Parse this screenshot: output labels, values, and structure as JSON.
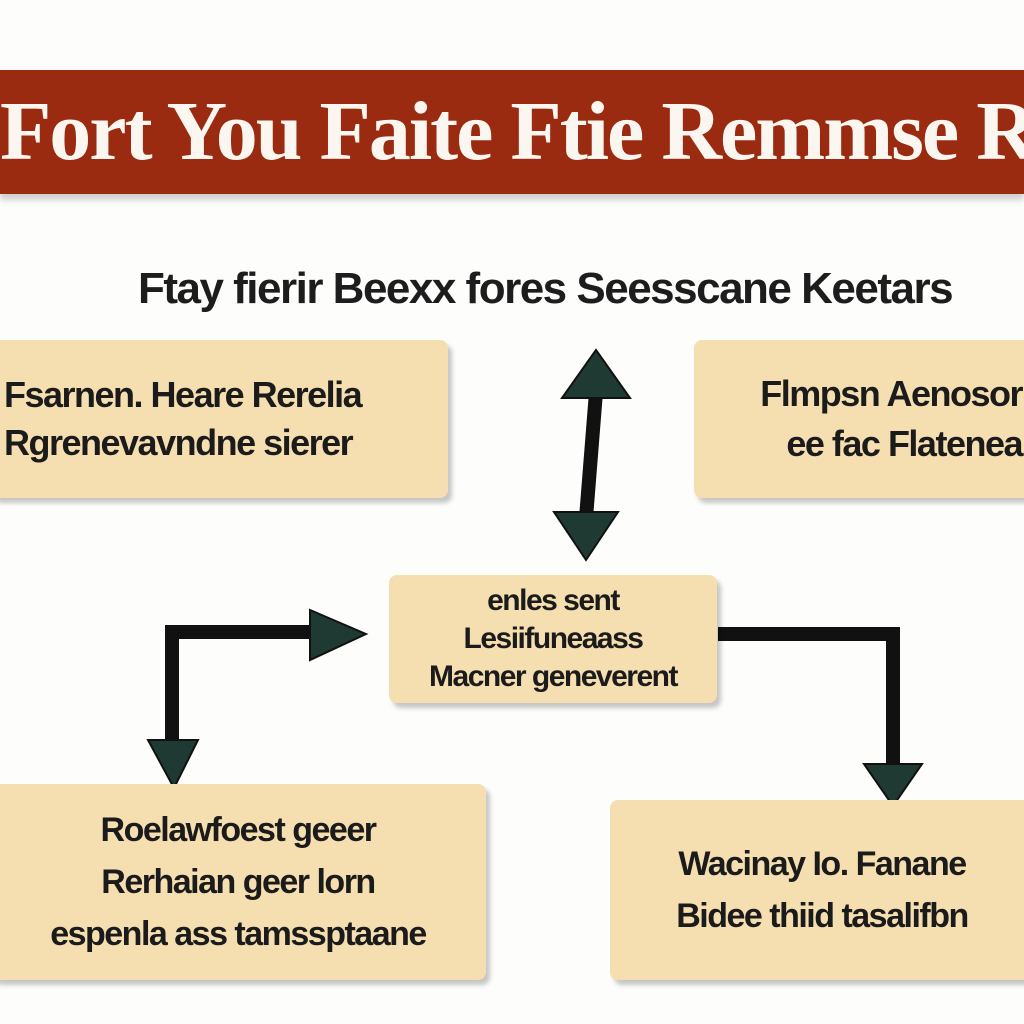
{
  "title": "Fort You Faite Ftie Remmse Rentir",
  "subtitle": "Ftay fierir Beexx fores Seesscane Keetars",
  "boxes": {
    "top_left": {
      "lines": [
        "Fsarnen. Heare Rerelia",
        "Rgrenevavndne sierer"
      ]
    },
    "top_right": {
      "lines": [
        "Flmpsn Aenosor",
        "ee fac Flatenea"
      ]
    },
    "center": {
      "lines": [
        "enles sent",
        "Lesiifuneaass",
        "Macner geneverent"
      ]
    },
    "bottom_left": {
      "lines": [
        "Roelawfoest geeer",
        "Rerhaian geer lorn",
        "espenla ass tamssptaane"
      ]
    },
    "bottom_right": {
      "lines": [
        "Wacinay Io. Fanane",
        "Bidee thiid tasalifbn"
      ]
    }
  },
  "colors": {
    "title_bar": "#9a2a10",
    "box_fill": "#f5deb0",
    "arrow_fill": "#1f3a33",
    "arrow_line": "#111111"
  }
}
